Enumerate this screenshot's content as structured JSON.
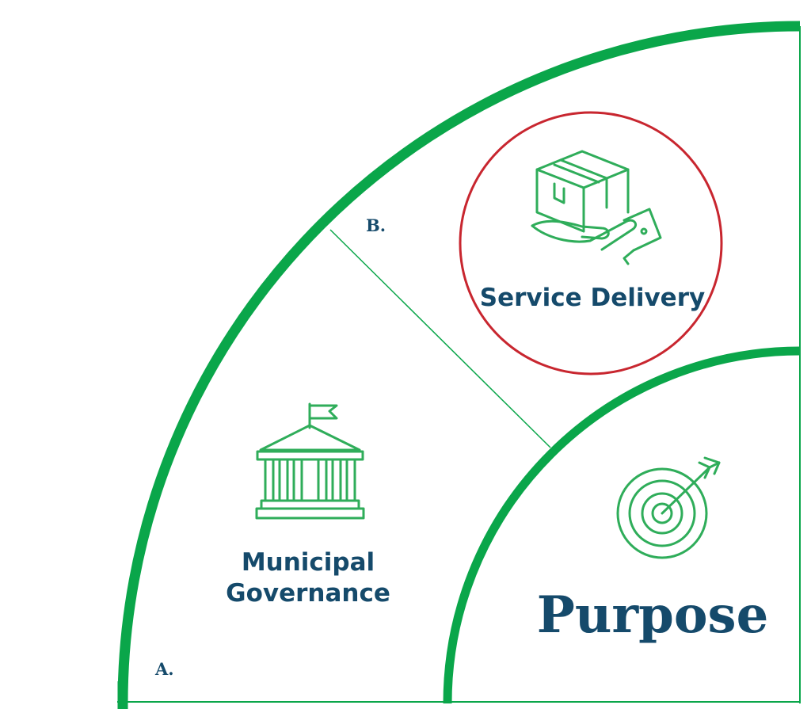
{
  "diagram": {
    "colors": {
      "ring_green": "#0aa64a",
      "icon_green": "#2fad5a",
      "label_navy": "#154a6b",
      "highlight_red": "#c8262f",
      "background": "#ffffff"
    },
    "outer_band": {
      "segments": [
        {
          "marker": "A.",
          "label_lines": [
            "Municipal",
            "Governance"
          ],
          "icon": "government-building-icon"
        },
        {
          "marker": "B.",
          "label_lines": [
            "Service Delivery"
          ],
          "icon": "package-delivery-hand-icon",
          "highlighted": true
        }
      ]
    },
    "core": {
      "label": "Purpose",
      "icon": "target-arrow-icon"
    }
  }
}
